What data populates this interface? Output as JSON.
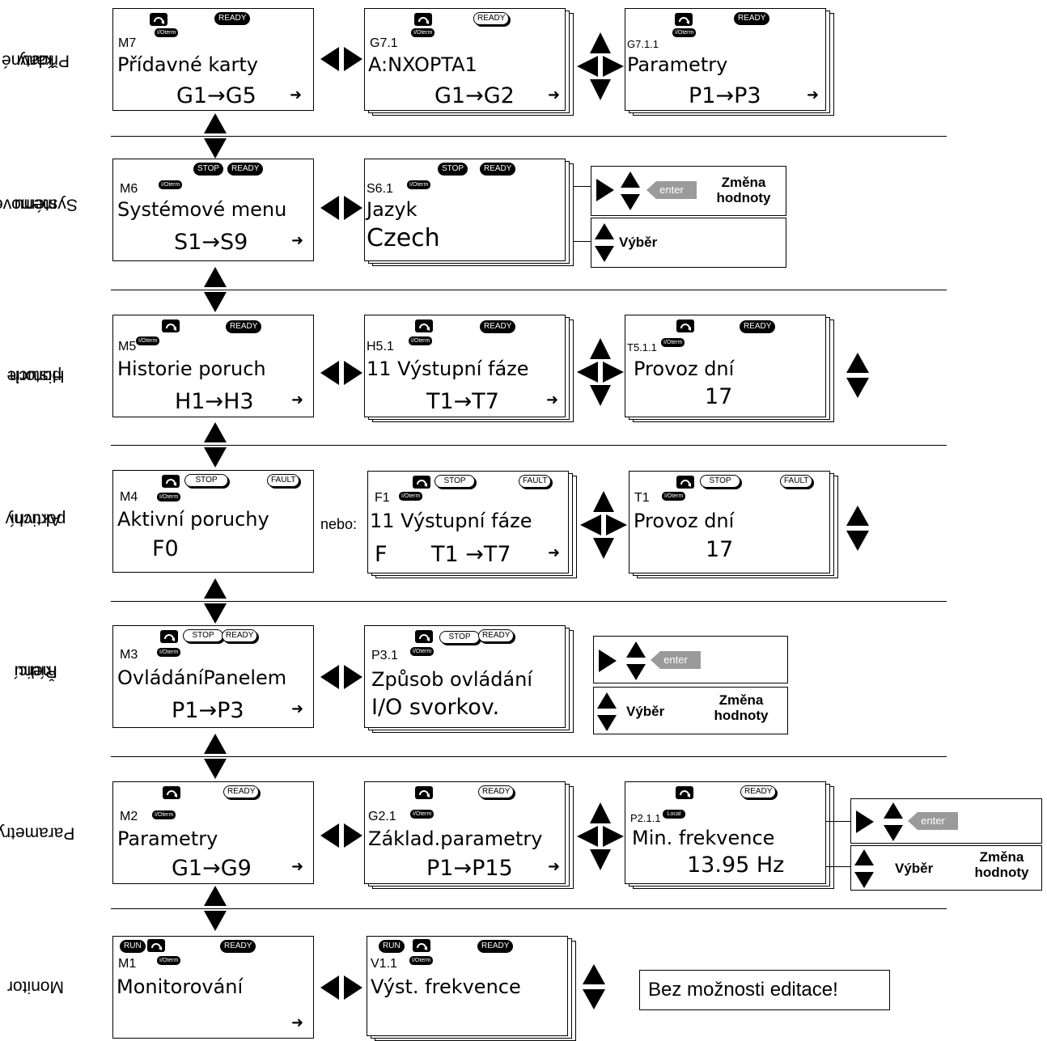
{
  "rows": [
    {
      "label_line1": "Přídavné",
      "label_line2": "karty"
    },
    {
      "label_line1": "Systémové",
      "label_line2": "menu"
    },
    {
      "label_line1": "Historie",
      "label_line2": "poruch"
    },
    {
      "label_line1": "Aktivní",
      "label_line2": "poruchy"
    },
    {
      "label_line1": "Řídicí",
      "label_line2": "menu"
    },
    {
      "label_line1": "Parametry",
      "label_line2": ""
    },
    {
      "label_line1": "Monitor",
      "label_line2": ""
    }
  ],
  "status": {
    "ready": "READY",
    "stop": "STOP",
    "fault": "FAULT",
    "run": "RUN",
    "ioterm": "I/Oterm",
    "local": "Local"
  },
  "arrow_glyph": "➜",
  "screens": {
    "m7": {
      "code": "M7",
      "title": "Přídavné karty",
      "range": "G1→G5"
    },
    "g71": {
      "code": "G7.1",
      "title": "A:NXOPTA1",
      "range": "G1→G2"
    },
    "g711": {
      "code": "G7.1.1",
      "title": "Parametry",
      "range": "P1→P3"
    },
    "m6": {
      "code": "M6",
      "title": "Systémové menu",
      "range": "S1→S9"
    },
    "s61": {
      "code": "S6.1",
      "title": "Jazyk",
      "value": "Czech"
    },
    "m5": {
      "code": "M5",
      "title": "Historie poruch",
      "range": "H1→H3"
    },
    "h51": {
      "code": "H5.1",
      "title": "11 Výstupní fáze",
      "range": "T1→T7"
    },
    "t511": {
      "code": "T5.1.1",
      "title": "Provoz dní",
      "value": "17"
    },
    "m4": {
      "code": "M4",
      "title": "Aktivní poruchy",
      "value": "F0"
    },
    "f1": {
      "code": "F1",
      "title": "11 Výstupní fáze",
      "prefix": "F",
      "range": "T1 →T7"
    },
    "t1": {
      "code": "T1",
      "title": "Provoz dní",
      "value": "17"
    },
    "m3": {
      "code": "M3",
      "title": "OvládáníPanelem",
      "range": "P1→P3"
    },
    "p31": {
      "code": "P3.1",
      "title": "Způsob ovládání",
      "value": "I/O svorkov."
    },
    "m2": {
      "code": "M2",
      "title": "Parametry",
      "range": "G1→G9"
    },
    "g21": {
      "code": "G2.1",
      "title": "Základ.parametry",
      "range": "P1→P15"
    },
    "p211": {
      "code": "P2.1.1",
      "title": "Min. frekvence",
      "value": "13.95 Hz"
    },
    "m1": {
      "code": "M1",
      "title": "Monitorování"
    },
    "v11": {
      "code": "V1.1",
      "title": "Výst. frekvence"
    }
  },
  "hints": {
    "enter": "enter",
    "change_value_1": "Změna",
    "change_value_2": "hodnoty",
    "select": "Výběr",
    "or": "nebo:",
    "no_edit": "Bez možnosti editace!"
  }
}
